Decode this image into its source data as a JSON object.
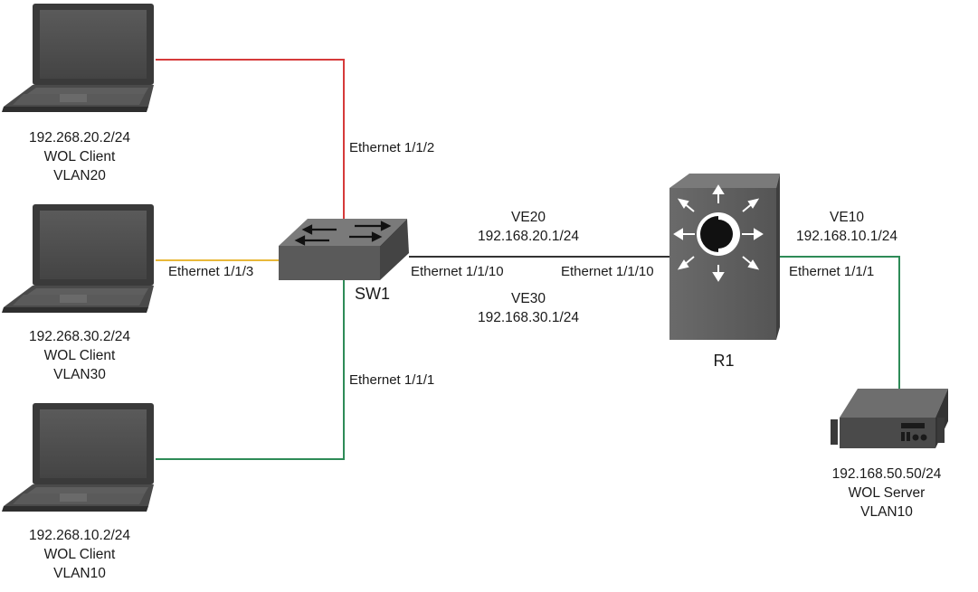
{
  "clients": [
    {
      "ip": "192.268.20.2/24",
      "role": "WOL Client",
      "vlan": "VLAN20",
      "link_color": "#d63a3a"
    },
    {
      "ip": "192.268.30.2/24",
      "role": "WOL Client",
      "vlan": "VLAN30",
      "link_color": "#e8b83a"
    },
    {
      "ip": "192.268.10.2/24",
      "role": "WOL Client",
      "vlan": "VLAN10",
      "link_color": "#2e8b57"
    }
  ],
  "switch": {
    "name": "SW1"
  },
  "router": {
    "name": "R1"
  },
  "server": {
    "ip": "192.168.50.50/24",
    "role": "WOL Server",
    "vlan": "VLAN10",
    "link_color": "#2e8b57"
  },
  "ports": {
    "sw1_top": "Ethernet 1/1/2",
    "sw1_left": "Ethernet 1/1/3",
    "sw1_bottom": "Ethernet 1/1/1",
    "sw1_right": "Ethernet 1/1/10",
    "r1_left": "Ethernet 1/1/10",
    "r1_right": "Ethernet 1/1/1"
  },
  "interfaces": {
    "ve20": {
      "name": "VE20",
      "ip": "192.168.20.1/24"
    },
    "ve30": {
      "name": "VE30",
      "ip": "192.168.30.1/24"
    },
    "ve10": {
      "name": "VE10",
      "ip": "192.168.10.1/24"
    }
  },
  "trunk_color": "#333333"
}
